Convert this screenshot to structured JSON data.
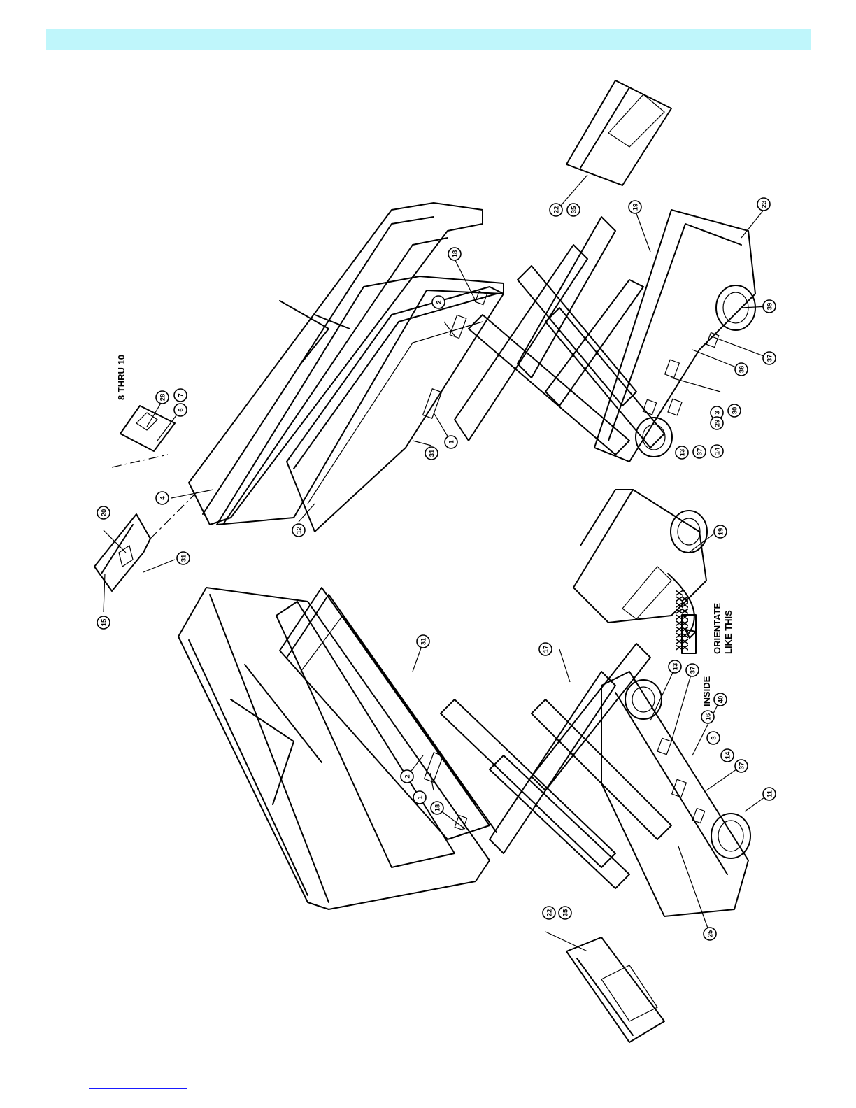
{
  "header": {
    "band_color": "#bff6fb"
  },
  "notes": {
    "range_label": "8 THRU 10",
    "orient_line1": "ORIENTATE",
    "orient_line2": "LIKE THIS",
    "decal_text_1": "XXXXXXXXXX",
    "decal_text_2": "XXXXXXXXX",
    "inside_label": "INSIDE"
  },
  "callouts": {
    "top": [
      "20",
      "15",
      "31",
      "4",
      "28",
      "6",
      "7",
      "12",
      "31",
      "1",
      "2",
      "18",
      "22",
      "35",
      "19",
      "23",
      "39",
      "37",
      "36",
      "3",
      "30",
      "29",
      "14",
      "37",
      "13"
    ],
    "bottom": [
      "31",
      "17",
      "2",
      "1",
      "18",
      "13",
      "37",
      "16",
      "40",
      "3",
      "14",
      "37",
      "11",
      "25",
      "22",
      "35",
      "19"
    ]
  },
  "footer": {
    "line_color": "#1a1aff"
  }
}
